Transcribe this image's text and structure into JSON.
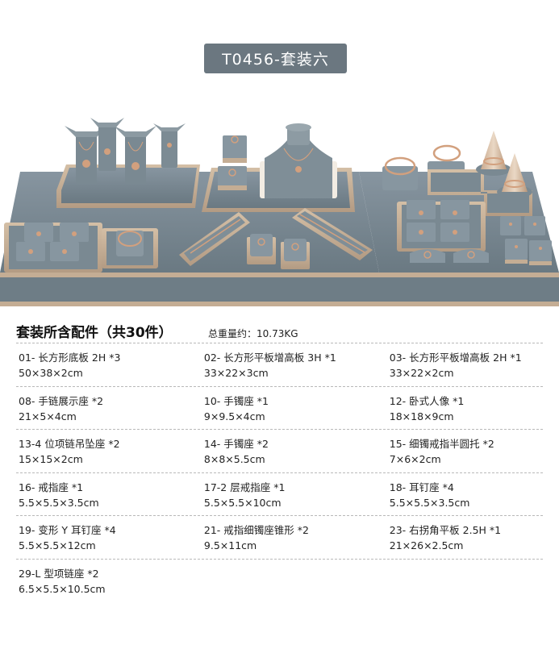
{
  "title": "T0456-套装六",
  "photo": {
    "colors": {
      "background": "#ffffff",
      "leatherette": "#6f7e86",
      "leatherette_light": "#8a979e",
      "trim": "#c9b39b",
      "trim_dark": "#a58f78",
      "gold": "#c98f63"
    }
  },
  "summary": {
    "heading": "套装所含配件（共30件）",
    "weight": "总重量约：10.73KG"
  },
  "items": [
    [
      {
        "name": "01- 长方形底板 2H  *3",
        "dim": "50×38×2cm"
      },
      {
        "name": "02- 长方形平板增高板 3H *1",
        "dim": "33×22×3cm"
      },
      {
        "name": "03- 长方形平板增高板 2H *1",
        "dim": "33×22×2cm"
      }
    ],
    [
      {
        "name": "08- 手链展示座 *2",
        "dim": "21×5×4cm"
      },
      {
        "name": "10- 手镯座 *1",
        "dim": "9×9.5×4cm"
      },
      {
        "name": "12- 卧式人像 *1",
        "dim": "18×18×9cm"
      }
    ],
    [
      {
        "name": "13-4 位项链吊坠座 *2",
        "dim": "15×15×2cm"
      },
      {
        "name": "14- 手镯座  *2",
        "dim": "8×8×5.5cm"
      },
      {
        "name": "15- 细镯戒指半圆托  *2",
        "dim": "7×6×2cm"
      }
    ],
    [
      {
        "name": "16- 戒指座 *1",
        "dim": "5.5×5.5×3.5cm"
      },
      {
        "name": "17-2 层戒指座 *1",
        "dim": "5.5×5.5×10cm"
      },
      {
        "name": "18- 耳钉座  *4",
        "dim": "5.5×5.5×3.5cm"
      }
    ],
    [
      {
        "name": "19- 变形 Y 耳钉座 *4",
        "dim": "5.5×5.5×12cm"
      },
      {
        "name": "21- 戒指细镯座锥形  *2",
        "dim": "9.5×11cm"
      },
      {
        "name": "23- 右拐角平板 2.5H *1",
        "dim": "21×26×2.5cm"
      }
    ],
    [
      {
        "name": "29-L 型项链座  *2",
        "dim": "6.5×5.5×10.5cm"
      }
    ]
  ]
}
